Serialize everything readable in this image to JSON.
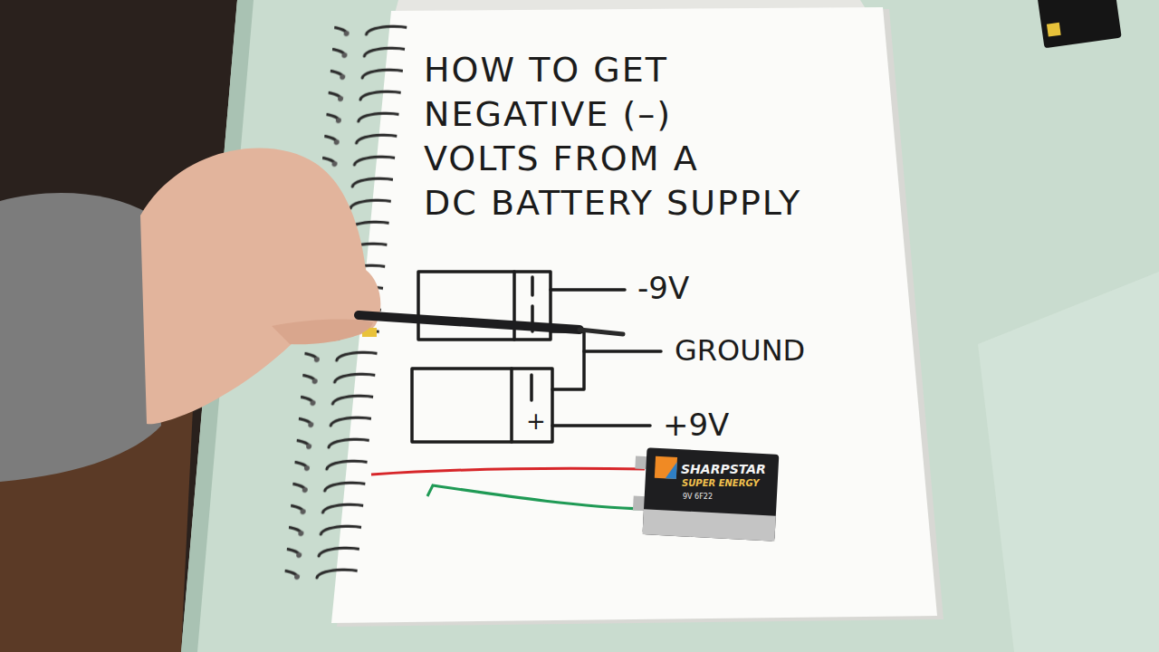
{
  "diagram": {
    "title": "HOW TO GET NEGATIVE (–) VOLTS FROM A DC BATTERY SUPPLY",
    "labels": [
      "-9V",
      "GROUND",
      "+9V",
      "+",
      "SHARPSTAR",
      "SUPER ENERGY",
      "9V 6F22"
    ]
  }
}
